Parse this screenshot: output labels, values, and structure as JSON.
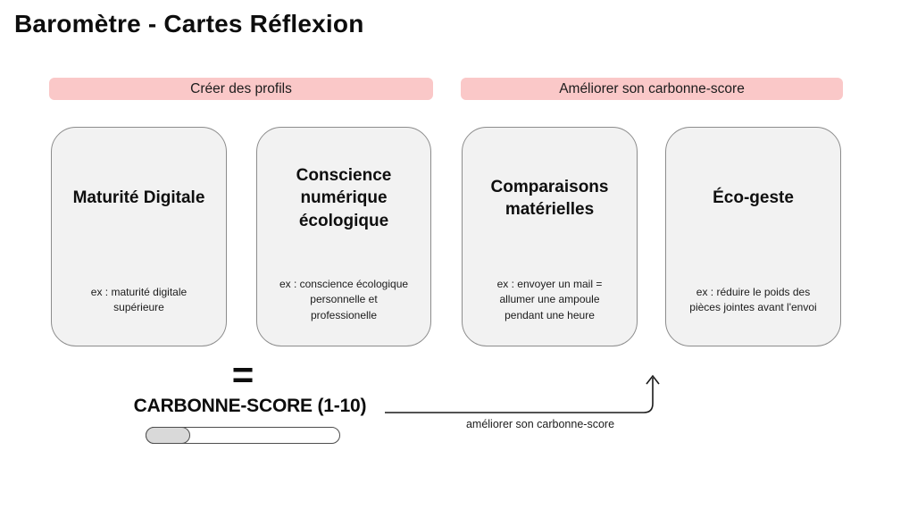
{
  "title": "Baromètre - Cartes Réflexion",
  "section_headers": {
    "left": "Créer des profils",
    "right": "Améliorer son carbonne-score"
  },
  "cards": [
    {
      "title": "Maturité Digitale",
      "example": "ex : maturité digitale supérieure"
    },
    {
      "title": "Conscience numérique écologique",
      "example": "ex : conscience écologique personnelle et professionelle"
    },
    {
      "title": "Comparaisons matérielles",
      "example": "ex : envoyer un mail = allumer une ampoule pendant une heure"
    },
    {
      "title": "Éco-geste",
      "example": "ex : réduire le poids des pièces jointes avant l'envoi"
    }
  ],
  "score": {
    "equals_symbol": "=",
    "label": "CARBONNE-SCORE (1-10)",
    "progress_percent": 23
  },
  "arrow": {
    "label": "améliorer son carbonne-score"
  },
  "colors": {
    "header_pink": "#FAC8C8",
    "card_bg": "#F2F2F2",
    "card_border": "#8C8C8C",
    "progress_fill": "#D9D9D9",
    "text": "#111111"
  }
}
